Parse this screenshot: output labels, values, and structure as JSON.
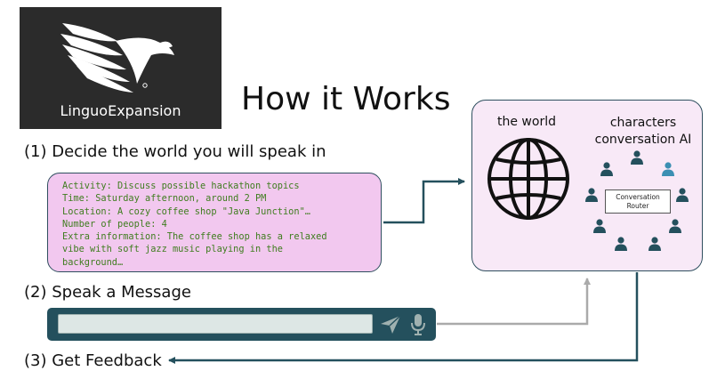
{
  "logo": {
    "text": "LinguoExpansion",
    "icon": "bird-icon"
  },
  "title": "How it Works",
  "steps": {
    "decide": "(1) Decide the world you will speak in",
    "speak": "(2) Speak a Message",
    "feedback": "(3) Get Feedback"
  },
  "world_settings": {
    "lines": [
      "Activity: Discuss possible hackathon topics",
      "Time: Saturday afternoon, around 2 PM",
      "Location: A cozy coffee shop \"Java Junction\"…",
      "Number of people: 4",
      "Extra information: The coffee shop has a relaxed",
      "vibe with soft jazz music playing in the",
      "background…"
    ]
  },
  "input_bar": {
    "value": "",
    "send_icon": "send-icon",
    "mic_icon": "microphone-icon"
  },
  "ai_box": {
    "world_label": "the world",
    "characters_label_line1": "characters",
    "characters_label_line2": "conversation AI",
    "router_line1": "Conversation",
    "router_line2": "Router",
    "globe_icon": "globe-icon",
    "person_icon": "person-icon"
  },
  "colors": {
    "bar": "#24505d",
    "arrow_teal": "#24505d",
    "arrow_gray": "#aaaaaa",
    "person_dark": "#24505d",
    "person_highlight": "#3c8fb3",
    "world_box_fill": "#f2c8ef",
    "ai_box_fill": "#f8e9f7",
    "code_text": "#3f7d1f"
  }
}
